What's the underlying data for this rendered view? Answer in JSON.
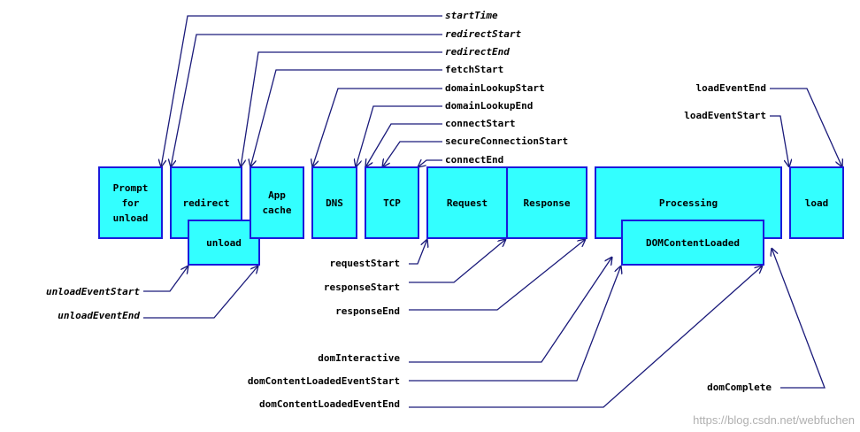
{
  "boxes": {
    "prompt": "Prompt\nfor\nunload",
    "redirect": "redirect",
    "unload": "unload",
    "appcache": "App\ncache",
    "dns": "DNS",
    "tcp": "TCP",
    "request": "Request",
    "response": "Response",
    "processing": "Processing",
    "domcontentloaded": "DOMContentLoaded",
    "load": "load"
  },
  "labels": {
    "startTime": "startTime",
    "redirectStart": "redirectStart",
    "redirectEnd": "redirectEnd",
    "fetchStart": "fetchStart",
    "domainLookupStart": "domainLookupStart",
    "domainLookupEnd": "domainLookupEnd",
    "connectStart": "connectStart",
    "secureConnectionStart": "secureConnectionStart",
    "connectEnd": "connectEnd",
    "loadEventEnd": "loadEventEnd",
    "loadEventStart": "loadEventStart",
    "requestStart": "requestStart",
    "responseStart": "responseStart",
    "responseEnd": "responseEnd",
    "unloadEventStart": "unloadEventStart",
    "unloadEventEnd": "unloadEventEnd",
    "domInteractive": "domInteractive",
    "domContentLoadedEventStart": "domContentLoadedEventStart",
    "domContentLoadedEventEnd": "domContentLoadedEventEnd",
    "domComplete": "domComplete"
  },
  "watermark": "https://blog.csdn.net/webfuchen",
  "colors": {
    "box_fill": "#33ffff",
    "box_border": "#1a1adb",
    "line": "#1a1a7a"
  }
}
